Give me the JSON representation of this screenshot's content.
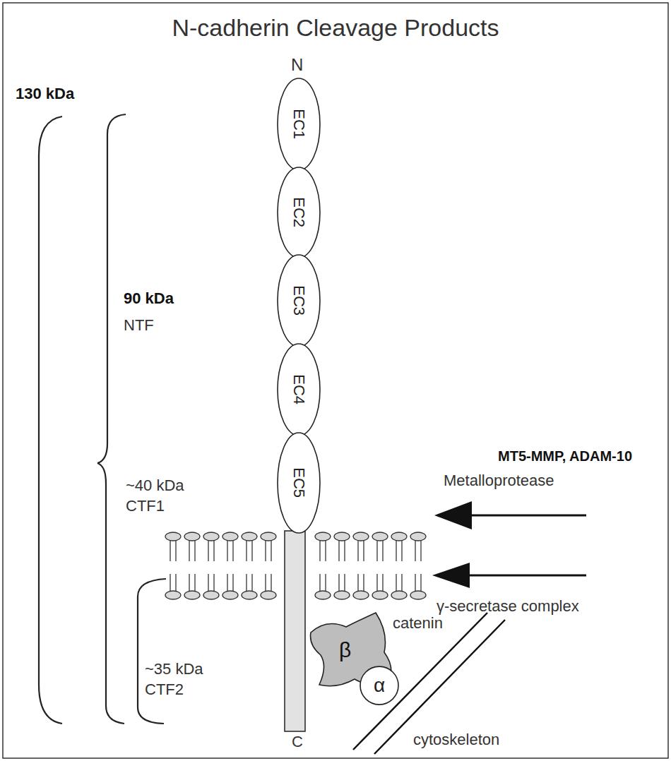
{
  "diagram": {
    "title": "N-cadherin Cleavage Products",
    "nodes": [
      {
        "text": [
          "EC1"
        ]
      },
      {
        "text": [
          "EC2"
        ]
      },
      {
        "text": [
          "EC3"
        ]
      },
      {
        "text": [
          "EC4"
        ]
      },
      {
        "text": [
          "EC5"
        ]
      },
      {
        "text": [
          "catenin",
          "β"
        ]
      },
      {
        "text": [
          "α"
        ]
      }
    ],
    "labels": [
      "130 kDa",
      "90 kDa",
      "NTF",
      "~40 kDa",
      "CTF1",
      "~35 kDa",
      "CTF2",
      "N",
      "C",
      "MT5-MMP, ADAM-10",
      "Metalloprotease",
      "γ-secretase complex",
      "cytoskeleton"
    ]
  }
}
